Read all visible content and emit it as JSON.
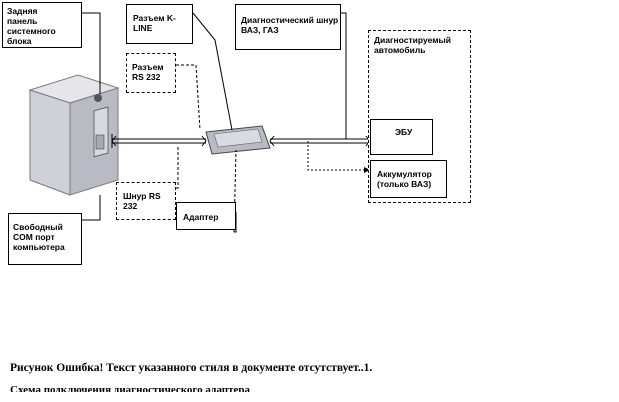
{
  "labels": {
    "rear_panel": "Задняя панель системного блока",
    "kline_connector": "Разъем K-LINE",
    "rs232_connector": "Разъем RS 232",
    "diag_cord": "Диагностический шнур ВАЗ, ГАЗ",
    "vehicle": "Диагностируемый автомобиль",
    "ecu": "ЭБУ",
    "battery": "Аккумулятор (только ВАЗ)",
    "rs232_cord": "Шнур RS 232",
    "adapter": "Адаптер",
    "com_port": "Свободный COM порт компьютера"
  },
  "caption": {
    "text": "Рисунок Ошибка! Текст указанного стиля в документе отсутствует..1.",
    "subtext": "Схема подключения диагностического адаптера"
  }
}
